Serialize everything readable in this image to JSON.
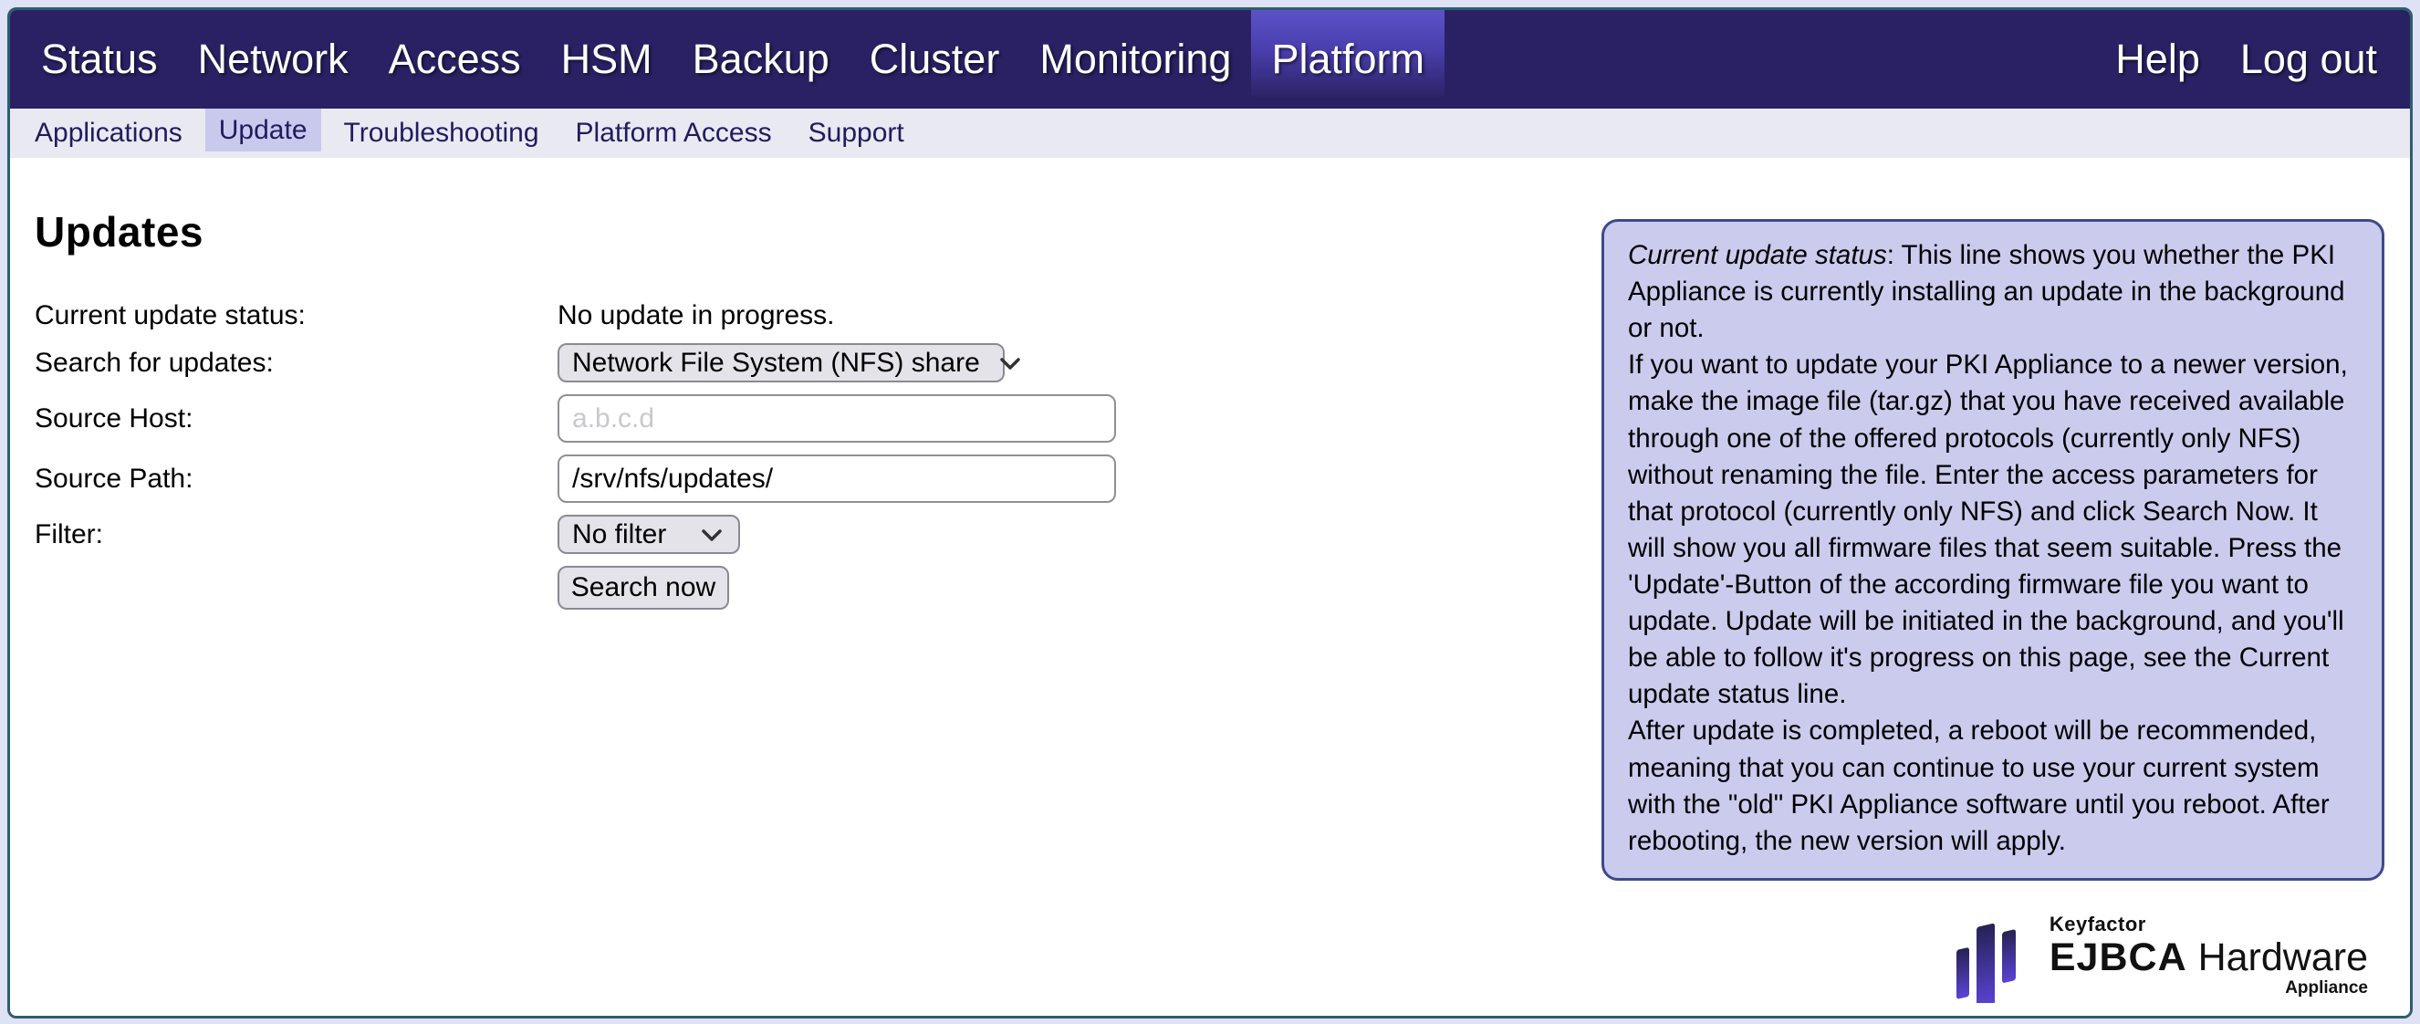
{
  "header": {
    "items": [
      {
        "label": "Status",
        "active": false
      },
      {
        "label": "Network",
        "active": false
      },
      {
        "label": "Access",
        "active": false
      },
      {
        "label": "HSM",
        "active": false
      },
      {
        "label": "Backup",
        "active": false
      },
      {
        "label": "Cluster",
        "active": false
      },
      {
        "label": "Monitoring",
        "active": false
      },
      {
        "label": "Platform",
        "active": true
      }
    ],
    "right_items": [
      {
        "label": "Help"
      },
      {
        "label": "Log out"
      }
    ]
  },
  "subnav": {
    "items": [
      {
        "label": "Applications",
        "active": false
      },
      {
        "label": "Update",
        "active": true
      },
      {
        "label": "Troubleshooting",
        "active": false
      },
      {
        "label": "Platform Access",
        "active": false
      },
      {
        "label": "Support",
        "active": false
      }
    ]
  },
  "page": {
    "title": "Updates"
  },
  "form": {
    "current_update_status": {
      "label": "Current update status:",
      "value": "No update in progress."
    },
    "search_for_updates": {
      "label": "Search for updates:",
      "selected_option": "Network File System (NFS) share"
    },
    "source_host": {
      "label": "Source Host:",
      "placeholder": "a.b.c.d",
      "value": ""
    },
    "source_path": {
      "label": "Source Path:",
      "value": "/srv/nfs/updates/"
    },
    "filter": {
      "label": "Filter:",
      "selected_option": "No filter"
    },
    "search_button_label": "Search now"
  },
  "infobox": {
    "lead_italic": "Current update status",
    "p1_rest": ": This line shows you whether the PKI Appliance is currently installing an update in the background or not.",
    "p2": "If you want to update your PKI Appliance to a newer version, make the image file (tar.gz) that you have received available through one of the offered protocols (currently only NFS) without renaming the file. Enter the access parameters for that protocol (currently only NFS) and click Search Now. It will show you all firmware files that seem suitable. Press the 'Update'-Button of the according firmware file you want to update. Update will be initiated in the background, and you'll be able to follow it's progress on this page, see the Current update status line.",
    "p3": "After update is completed, a reboot will be recommended, meaning that you can continue to use your current system with the \"old\" PKI Appliance software until you reboot. After rebooting, the new version will apply."
  },
  "logo": {
    "brand": "Keyfactor",
    "product_bold": "EJBCA",
    "product_light": "Hardware",
    "subtitle": "Appliance"
  },
  "colors": {
    "header_bg": "#2a2164",
    "header_active_gradient_top": "#5c52c9",
    "subnav_bg": "#e9e9f2",
    "subnav_active_bg": "#c9c9ed",
    "infobox_bg": "#cbcbee",
    "infobox_border": "#3c4a8a",
    "frame_border": "#305d6e",
    "logo_gradient_top": "#262254",
    "logo_gradient_bottom": "#5b43d6"
  }
}
